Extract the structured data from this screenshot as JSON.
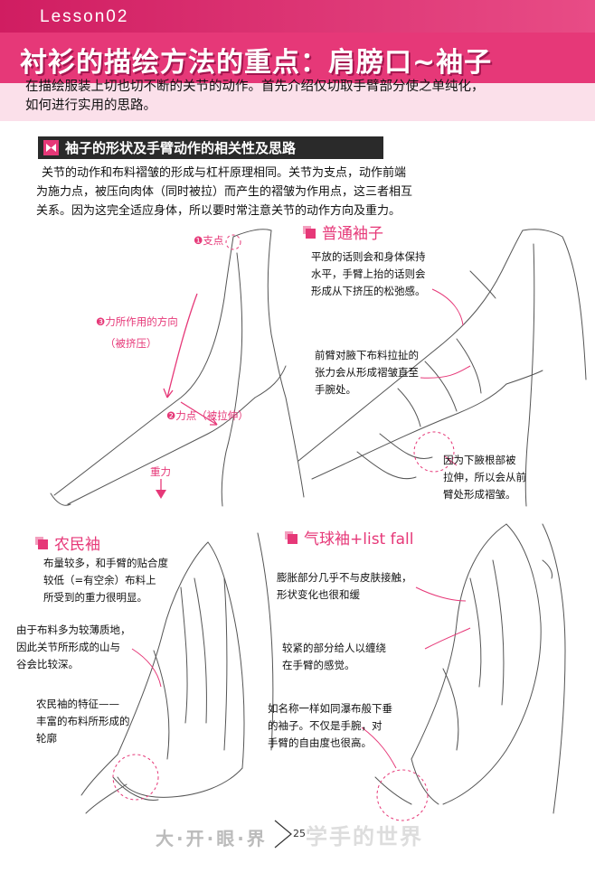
{
  "header": {
    "lesson": "Lesson02",
    "title": "衬衫的描绘方法的重点：肩膀口~袖子",
    "intro_line1": "在描绘服装上切也切不断的关节的动作。首先介绍仅切取手臂部分使之单纯化，",
    "intro_line2": "如何进行实用的思路。"
  },
  "section": {
    "title": "袖子的形状及手臂动作的相关性及思路",
    "body_line1": "关节的动作和布料褶皱的形成与杠杆原理相同。关节为支点，动作前端",
    "body_line2": "为施力点，被压向肉体（同时被拉）而产生的褶皱为作用点，这三者相互",
    "body_line3": "关系。因为这完全适应身体，所以要时常注意关节的动作方向及重力。"
  },
  "diagram": {
    "fulcrum": "❶支点",
    "force_direction": "❸力所作用的方向",
    "force_note": "（被挤压）",
    "force_point": "❷力点（被拉伸）",
    "gravity": "重力"
  },
  "panels": {
    "normal": {
      "title": "普通袖子",
      "note1_l1": "平放的话则会和身体保持",
      "note1_l2": "水平，手臂上抬的话则会",
      "note1_l3": "形成从下挤压的松弛感。",
      "note2_l1": "前臂对腋下布料拉扯的",
      "note2_l2": "张力会从形成褶皱直至",
      "note2_l3": "手腕处。",
      "note3_l1": "因为下腋根部被",
      "note3_l2": "拉伸，所以会从前",
      "note3_l3": "臂处形成褶皱。"
    },
    "peasant": {
      "title": "农民袖",
      "note1_l1": "布量较多，和手臂的贴合度",
      "note1_l2": "较低（=有空余）布料上",
      "note1_l3": "所受到的重力很明显。",
      "note2_l1": "由于布料多为较薄质地，",
      "note2_l2": "因此关节所形成的山与",
      "note2_l3": "谷会比较深。",
      "note3_l1": "农民袖的特征——",
      "note3_l2": "丰富的布料所形成的",
      "note3_l3": "轮廓"
    },
    "balloon": {
      "title": "气球袖+list fall",
      "note1_l1": "膨胀部分几乎不与皮肤接触，",
      "note1_l2": "形状变化也很和缓",
      "note2_l1": "较紧的部分给人以缠绕",
      "note2_l2": "在手臂的感觉。",
      "note3_l1": "如名称一样如同瀑布般下垂",
      "note3_l2": "的袖子。不仅是手腕，对",
      "note3_l3": "手臂的自由度也很高。"
    }
  },
  "footer": {
    "page": "25",
    "left_text": "大·开·眼·界",
    "right_text": "学手的世界"
  },
  "colors": {
    "accent": "#e63878",
    "accent_dark": "#d01d61",
    "intro_bg": "#fbe0ea",
    "bar": "#2a2a2a"
  }
}
